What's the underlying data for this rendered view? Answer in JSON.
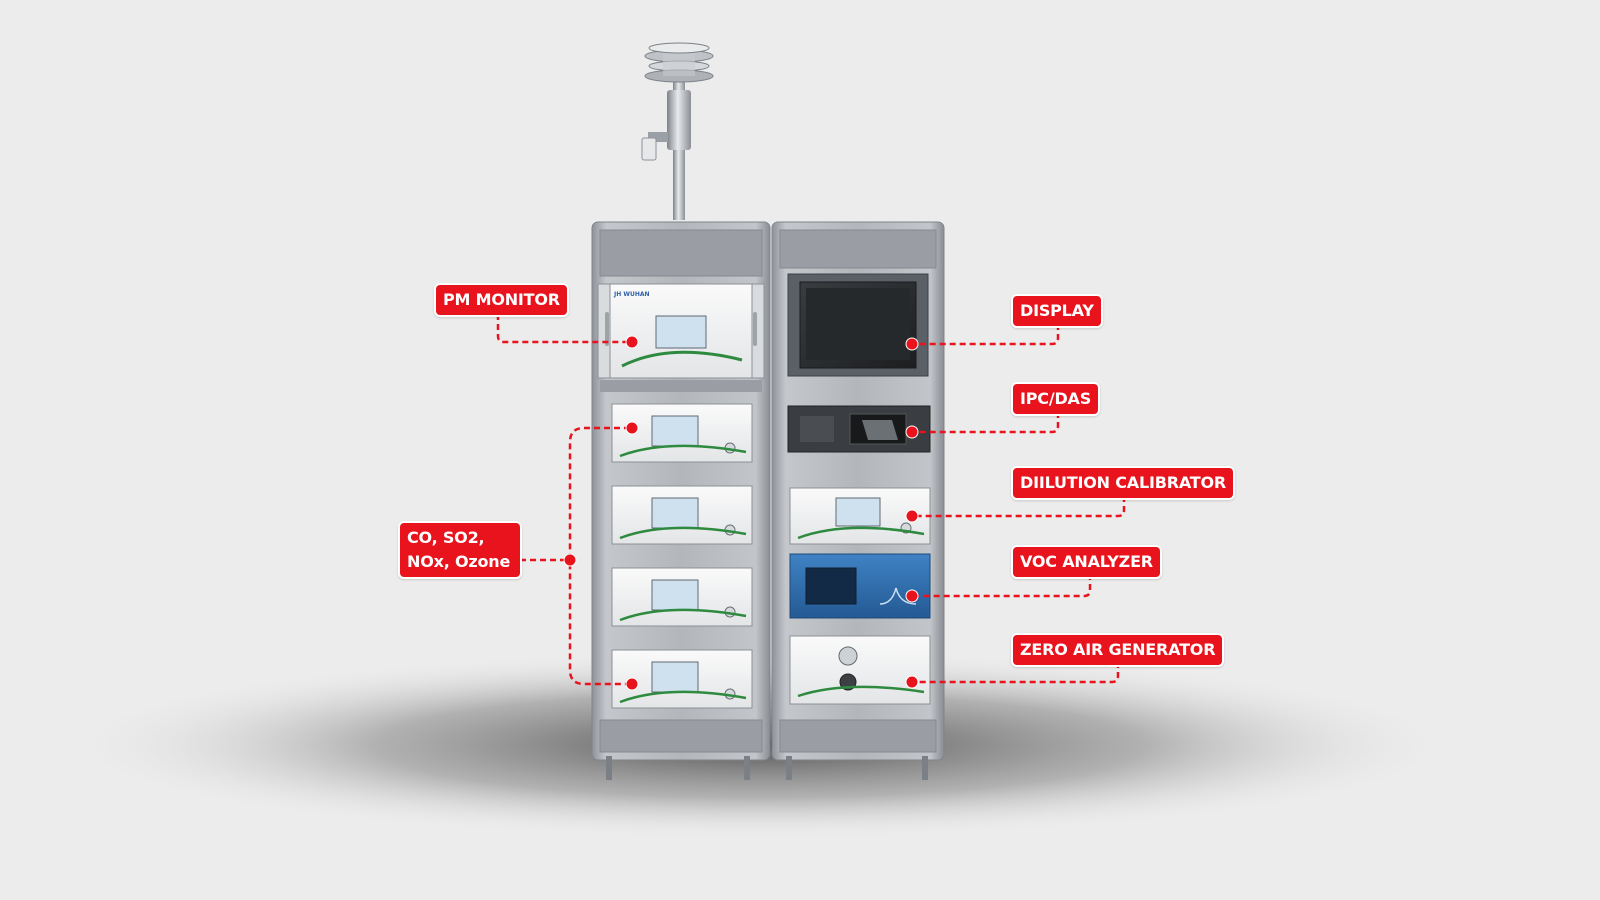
{
  "diagram": {
    "labels": {
      "pm_monitor": "PM MONITOR",
      "gas_line1": "CO, SO2,",
      "gas_line2": "NOx, Ozone",
      "display": "DISPLAY",
      "ipc_das": "IPC/DAS",
      "dilution_calibrator": "DIILUTION CALIBRATOR",
      "voc_analyzer": "VOC ANALYZER",
      "zero_air_generator": "ZERO AIR GENERATOR"
    },
    "brand_logo_text": "JH WUHAN"
  },
  "colors": {
    "background": "#ececec",
    "accent_red": "#e8131c",
    "cabinet_gray": "#a9adb2",
    "panel_white": "#f2f3f4",
    "voc_blue": "#2f6fb0",
    "green_wave": "#2e8a3e"
  }
}
